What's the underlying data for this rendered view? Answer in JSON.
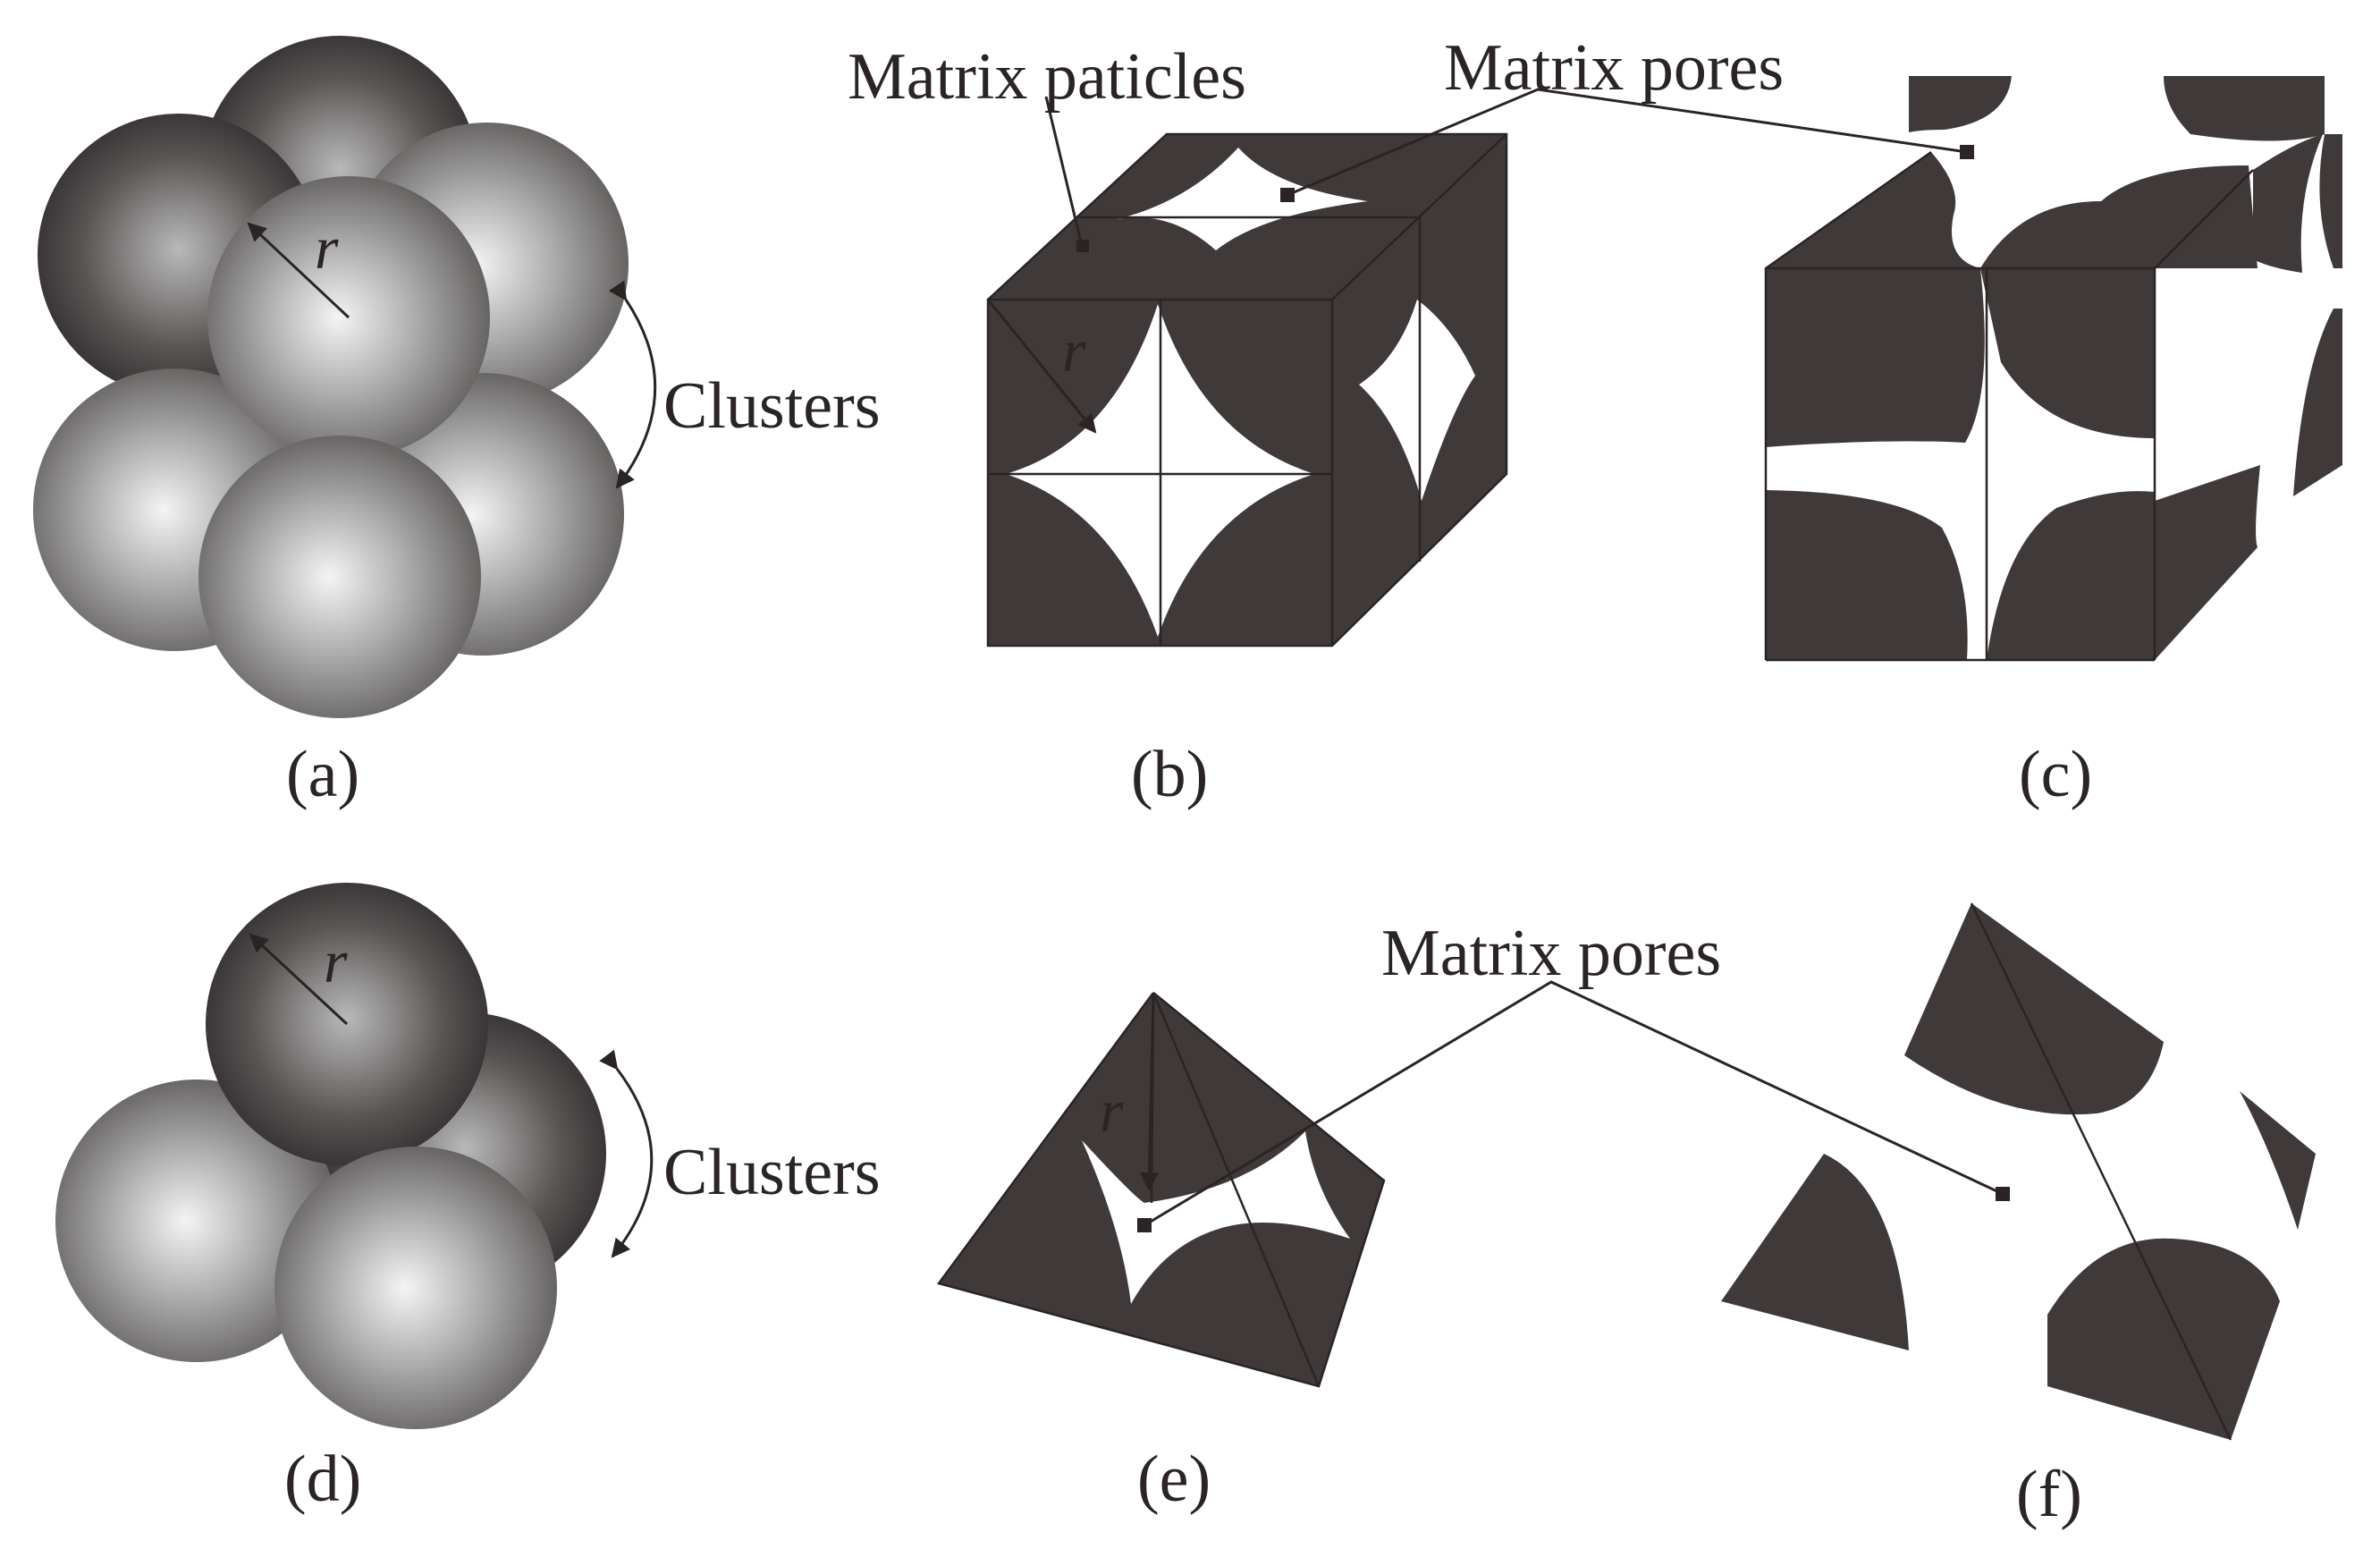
{
  "labels": {
    "matrix_particles": "Matrix paticles",
    "matrix_pores_top": "Matrix pores",
    "matrix_pores_bottom": "Matrix pores",
    "clusters_top": "Clusters",
    "clusters_bottom": "Clusters",
    "radius_symbol": "r"
  },
  "panels": {
    "a": "(a)",
    "b": "(b)",
    "c": "(c)",
    "d": "(d)",
    "e": "(e)",
    "f": "(f)"
  },
  "colors": {
    "particle_dark": "#3f3a39",
    "line": "#2a2424",
    "sphere_light": "#f3f3f3",
    "sphere_dark": "#2b2526",
    "background": "#ffffff"
  }
}
